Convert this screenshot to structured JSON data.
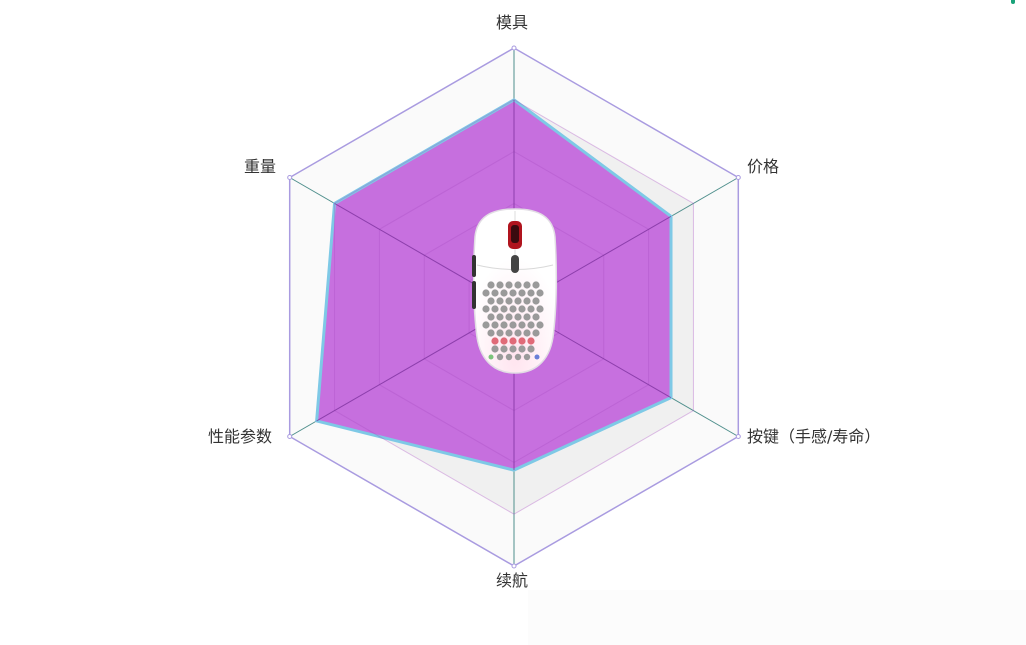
{
  "chart_data": {
    "type": "radar",
    "title": "",
    "indicators": [
      "模具",
      "价格",
      "按键（手感/寿命）",
      "续航",
      "性能参数",
      "重量"
    ],
    "max": 1.0,
    "split_number": 5,
    "series": [
      {
        "name": "mouse",
        "values": [
          0.8,
          0.7,
          0.7,
          0.63,
          0.88,
          0.8
        ]
      }
    ],
    "legend": [],
    "center_image": "white-honeycomb-gaming-mouse"
  },
  "labels": {
    "axis_0": "模具",
    "axis_1": "价格",
    "axis_2": "按键（手感/寿命）",
    "axis_3": "续航",
    "axis_4": "性能参数",
    "axis_5": "重量"
  },
  "style": {
    "fill": "#c264dc",
    "fill_opacity": 0.92,
    "outline": "#7ec9e6",
    "outer_ring": "#a99be0",
    "axis_line": "#4f8f8c",
    "split_area_a": "#f0f0f0",
    "split_area_b": "#fafafa"
  }
}
